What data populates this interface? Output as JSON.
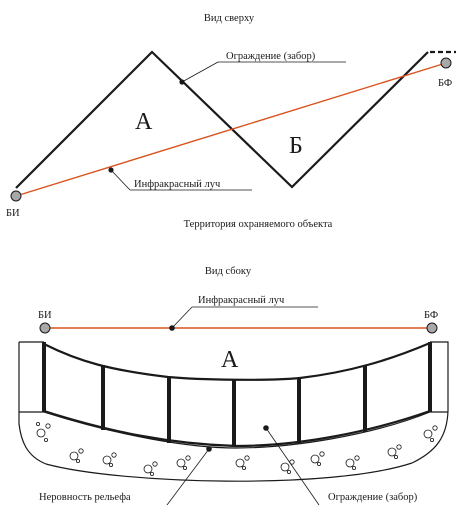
{
  "top_view": {
    "title": "Вид сверху",
    "fence_label": "Ограждение (забор)",
    "zone_a": "А",
    "zone_b": "Б",
    "beam_label": "Инфракрасный луч",
    "emitter_label": "БИ",
    "receiver_label": "БФ",
    "territory_label": "Территория охраняемого объекта"
  },
  "side_view": {
    "title": "Вид сбоку",
    "beam_label": "Инфракрасный луч",
    "emitter_label": "БИ",
    "receiver_label": "БФ",
    "zone_a": "А",
    "relief_label": "Неровность рельефа",
    "fence_label": "Ограждение (забор)"
  },
  "colors": {
    "beam": "#d9531e",
    "line": "#1a1a1a",
    "sensor_fill": "#a8a8a8"
  }
}
